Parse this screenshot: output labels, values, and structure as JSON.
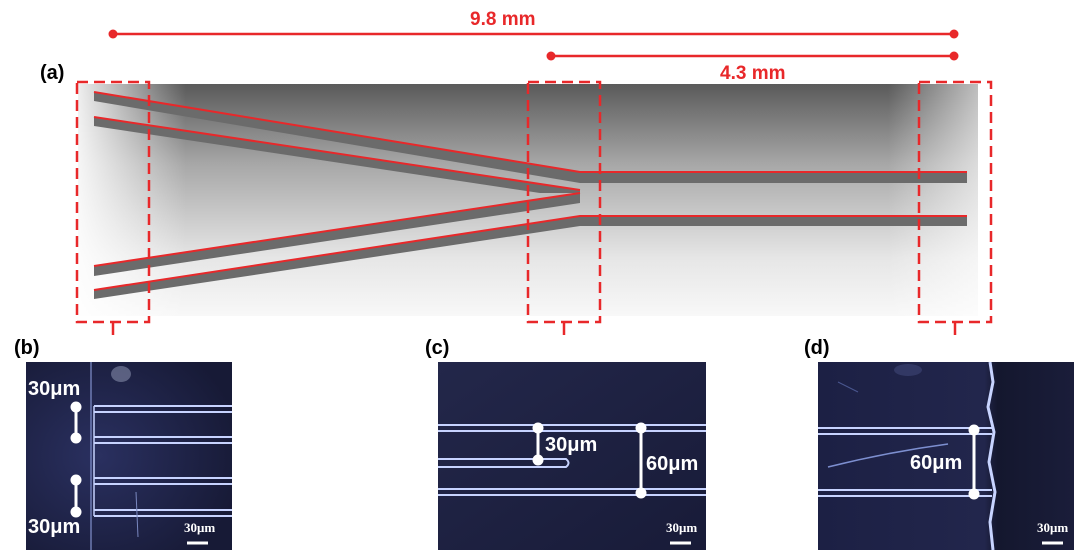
{
  "colors": {
    "accent": "#e8282a",
    "channel_glow": "#b8c8ff",
    "micro_bg": "#1c2040",
    "annotation": "#ffffff"
  },
  "figure": {
    "panel_a": {
      "label": "(a)",
      "dim_total": "9.8 mm",
      "dim_partial": "4.3 mm"
    },
    "panel_b": {
      "label": "(b)",
      "measure_top": "30μm",
      "measure_bottom": "30μm",
      "scale_bar": "30μm"
    },
    "panel_c": {
      "label": "(c)",
      "measure_inner": "30μm",
      "measure_outer": "60μm",
      "scale_bar": "30μm"
    },
    "panel_d": {
      "label": "(d)",
      "measure": "60μm",
      "scale_bar": "30μm"
    }
  }
}
